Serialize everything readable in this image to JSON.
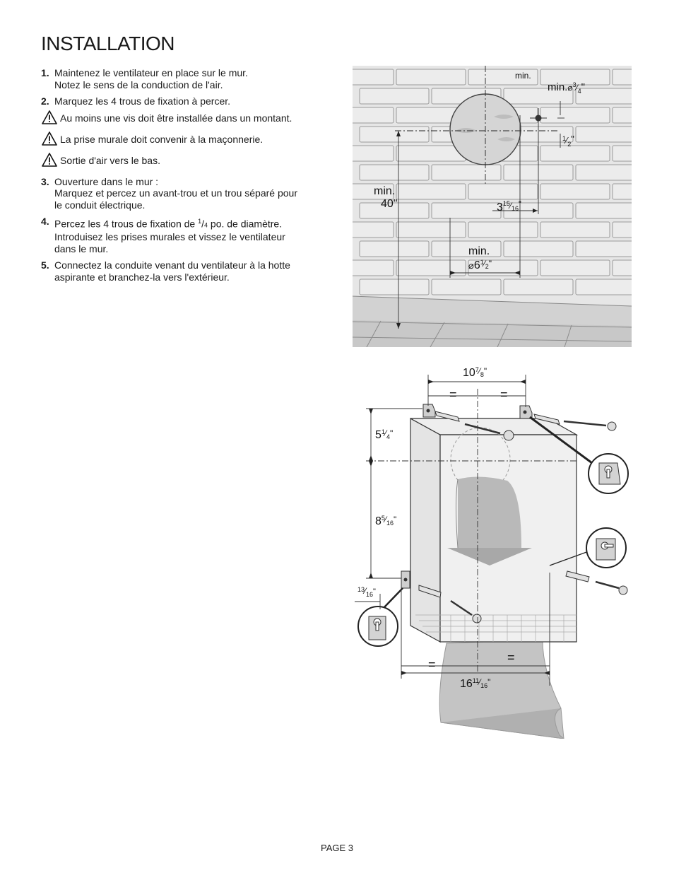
{
  "title": "INSTALLATION",
  "steps": [
    {
      "num": "1.",
      "lines": [
        "Maintenez le ventilateur en place sur le mur.",
        "Notez le sens de la conduction de l'air."
      ]
    },
    {
      "num": "2.",
      "lines": [
        "Marquez les 4 trous de fixation à percer."
      ]
    }
  ],
  "warnings": [
    "Au moins une vis doit être installée dans un montant.",
    "La prise murale doit convenir à la maçonnerie.",
    "Sortie d'air vers le bas."
  ],
  "step3": {
    "num": "3.",
    "line1": "Ouverture dans le mur :",
    "line2": "Marquez et percez un avant-trou et un trou séparé pour",
    "line3": "le conduit électrique."
  },
  "step4": {
    "num": "4.",
    "pre": "Percez les 4 trous de fixation de ",
    "frac_num": "1",
    "frac_den": "4",
    "post": " po. de diamètre.",
    "line2": "Introduisez les prises murales et vissez le ventilateur",
    "line3": "dans le mur."
  },
  "step5": {
    "num": "5.",
    "line1": "Connectez la conduite venant du ventilateur à la hotte",
    "line2": "aspirante et branchez-la vers l'extérieur."
  },
  "fig1": {
    "min_small": "min.",
    "min_label": "min.",
    "diam_sym": "⌀",
    "hole_num": "3",
    "hole_den": "4",
    "inch": "\"",
    "half_num": "1",
    "half_den": "2",
    "height_min": "min.",
    "height_val": "40\"",
    "offset_whole": "3",
    "offset_num": "15",
    "offset_den": "16",
    "duct_min": "min.",
    "duct_whole": "6",
    "duct_num": "1",
    "duct_den": "2"
  },
  "fig2": {
    "top_whole": "10",
    "top_num": "7",
    "top_den": "8",
    "eq": "=",
    "v1_whole": "5",
    "v1_num": "1",
    "v1_den": "4",
    "v2_whole": "8",
    "v2_num": "5",
    "v2_den": "16",
    "side_num": "13",
    "side_den": "16",
    "bottom_whole": "16",
    "bottom_num": "11",
    "bottom_den": "16",
    "inch": "\""
  },
  "footer": "PAGE 3"
}
